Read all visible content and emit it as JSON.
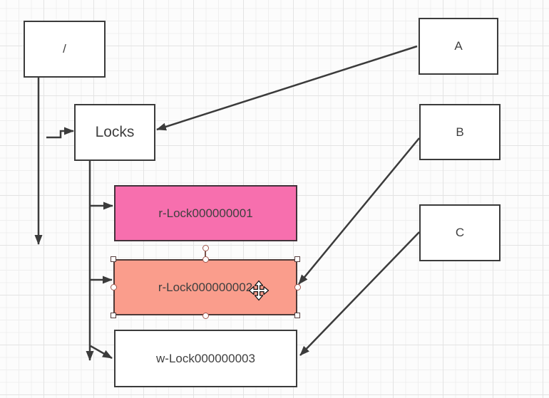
{
  "canvas": {
    "background": "#fcfcfc",
    "grid_minor_color": "#efefef",
    "grid_major_color": "#e3e3e3"
  },
  "colors": {
    "edge_stroke": "#3b3b3b",
    "box_border": "#3b3b3b",
    "text": "#3f3f3f",
    "pink_fill": "#f76fae",
    "pink_border": "#43313a",
    "salmon_fill": "#fa9d8c",
    "salmon_border": "#4e3a37",
    "handle_corner_border": "#553d3d",
    "handle_edge_border": "#a0564d"
  },
  "nodes": {
    "root": {
      "label": "/"
    },
    "locks": {
      "label": "Locks"
    },
    "client_a": {
      "label": "A"
    },
    "client_b": {
      "label": "B"
    },
    "client_c": {
      "label": "C"
    },
    "r_lock_1": {
      "label": "r-Lock000000001"
    },
    "r_lock_2": {
      "label": "r-Lock000000002",
      "selected": "true"
    },
    "w_lock_3": {
      "label": "w-Lock000000003"
    }
  },
  "cursor": {
    "type": "move"
  }
}
